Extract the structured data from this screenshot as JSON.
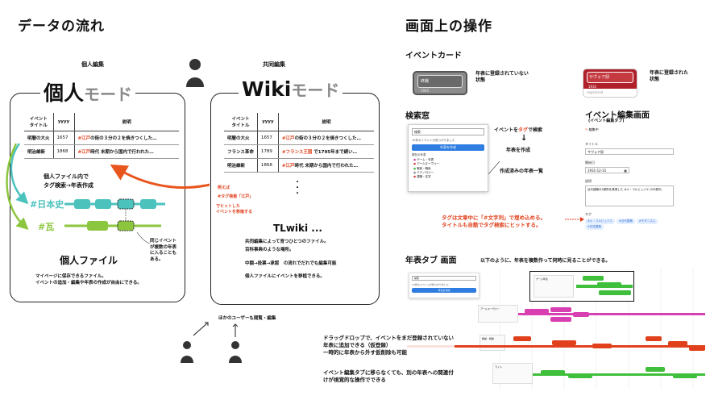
{
  "left": {
    "title": "データの流れ",
    "personal_edit_label": "個人編集",
    "shared_edit_label": "共同編集",
    "personal_mode": {
      "main": "個人",
      "sub": "モード"
    },
    "wiki_mode": {
      "main": "Wiki",
      "sub": "モード"
    },
    "table_headers": {
      "event": "イベント\nタイトル",
      "yyyy": "yyyy",
      "desc": "説明"
    },
    "personal_rows": [
      {
        "title": "明暦の大火",
        "year": "1657",
        "tag": "#江戸",
        "desc": "の街の３分の２を焼きつくした…"
      },
      {
        "title": "明治維新",
        "year": "1868",
        "tag": "#江戸",
        "desc": "時代 末期から国内で行われた…"
      }
    ],
    "wiki_rows": [
      {
        "title": "明暦の大火",
        "year": "1657",
        "tag": "#江戸",
        "desc": "の街の３分の２を焼きつくした…"
      },
      {
        "title": "フランス革命",
        "year": "1789",
        "tag": "#フランス王国",
        "desc": " で1795年まで続い…"
      },
      {
        "title": "明治維新",
        "year": "1868",
        "tag": "#江戸",
        "desc": "時代 末期から国内で行われた…"
      }
    ],
    "tag_search_note": "個人ファイル内で\nタグ検索→年表作成",
    "tag_japan": "#日本史",
    "tag_kawara": "#瓦",
    "same_event_note": "同じイベント\nが複数の年表\nに入ることも\nある。",
    "personal_file_title": "個人ファイル",
    "personal_file_desc": "マイページに保存できるファイル。\nイベントの追加・編集や年表の作成が自由にできる。",
    "example": {
      "label": "例えば",
      "search": "#タグ検索「江戸」",
      "hit": "でヒットした\nイベントを移植する"
    },
    "vertical_dots": "・\n・\n・",
    "tlwiki_title": "TLwiki ...",
    "tlwiki_lines": [
      "共同編集によって育つひとつのファイル。",
      "百科事典のような場所。",
      "中闘→投票→承認　の流れでだれでも編集可能",
      "個人ファイルにイベントを移植できる。"
    ],
    "other_users": "ほかのユーザーも閲覧・編集"
  },
  "right": {
    "title": "画面上の操作",
    "event_card_title": "イベントカード",
    "card_unregistered": {
      "name": "終戦",
      "year": "1945",
      "label": "年表に登録されていない\n状態"
    },
    "card_registered": {
      "name": "サヴォア邸",
      "year": "1931",
      "sub": "registered",
      "label": "年表に登録された\n状態"
    },
    "search_title": "検索窓",
    "search_shot": {
      "input": "検索",
      "count": "10件のイベントが見つかりました",
      "button": "年表を作成",
      "list_label": "現在の年表",
      "items": [
        "ゲーム・年表",
        "アールヌーヴォー",
        "戦前・戦後",
        "テクノロジー",
        "建築・住宅"
      ]
    },
    "search_flow": {
      "line1a": "イベントを",
      "line1b": "タグ",
      "line1c": "で検索",
      "arrow": "↓",
      "line2": "年表を作成",
      "line3": "作成済みの年表一覧"
    },
    "edit_title": "イベント編集画面",
    "edit_subtitle": "(イベント編集タブ)",
    "edit_shot": {
      "heading": "編集中",
      "label_title": "タイトル",
      "title_value": "サヴォア邸",
      "label_date": "開始日",
      "date_value": "1931-12-31",
      "label_desc": "説明",
      "desc_value": "近代建築の5原則を具現した #ル・コルビュジエ の代表作。",
      "label_tag": "タグ",
      "tags": [
        "#ル・コルビュジエ",
        "#近代建築",
        "#モダニズム",
        "#住宅建築"
      ]
    },
    "tag_note": "タグは文章中に「#文字列」で埋め込める。\nタイトルも自動でタグ検索にヒットする。",
    "timeline_title": "年表タブ 画面",
    "timeline_desc": "以下のように、年表を複数作って同時に見ることができる。",
    "timeline_shot": {
      "input": "検索",
      "count": "10件のイベントが見つかりました",
      "button": "年表を作成",
      "rows": [
        "ゲーム年表",
        "アールヌーヴォー",
        "戦前・戦後",
        "ライト"
      ]
    },
    "drag_note": "ドラッグドロップで、イベントをまだ登録されていない\n年表に追加できる（仮登録）\n一時的に年表から外す仮削除も可能",
    "move_note": "イベント編集タブに移らなくても、別の年表への関連付\nけが視覚的な操作でできる"
  },
  "colors": {
    "teal": "#4cc2bd",
    "lime": "#8cc63e",
    "orange": "#e8551d",
    "red_tag": "#e0411c",
    "card_gray": "#8c8c8c",
    "card_red": "#b0202a",
    "pink": "#d83fb0",
    "green": "#3fbf3c",
    "blue": "#2f7de1"
  },
  "icons": [
    "person-icon",
    "arrow-icon",
    "search-icon",
    "tag-icon",
    "calendar-icon"
  ]
}
